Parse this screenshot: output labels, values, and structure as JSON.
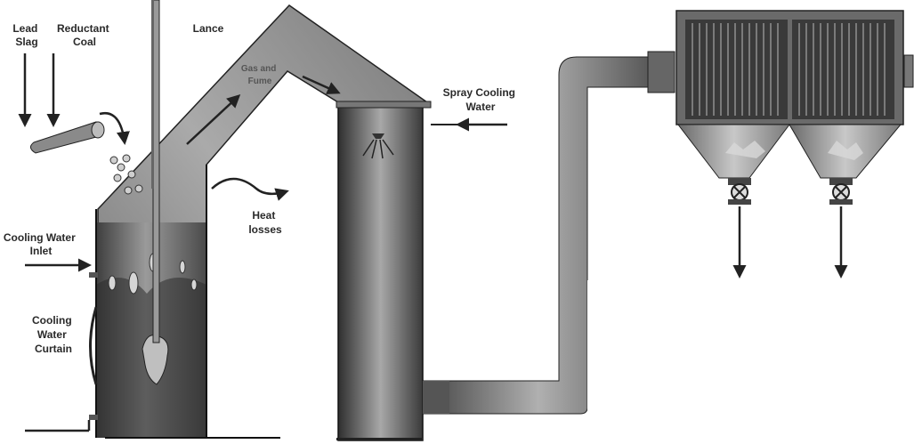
{
  "labels": {
    "lead_slag": [
      "Lead",
      "Slag"
    ],
    "reductant_coal": [
      "Reductant",
      "Coal"
    ],
    "lance": "Lance",
    "gas_fume": [
      "Gas and",
      "Fume"
    ],
    "spray_cooling": [
      "Spray Cooling",
      "Water"
    ],
    "heat_losses": [
      "Heat",
      "losses"
    ],
    "cooling_inlet": [
      "Cooling Water",
      "Inlet"
    ],
    "cooling_curtain": [
      "Cooling",
      "Water",
      "Curtain"
    ]
  }
}
